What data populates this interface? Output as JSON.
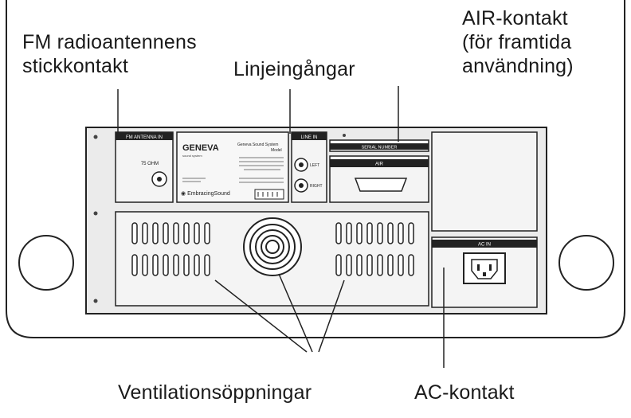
{
  "callouts": {
    "fm_antenna": [
      "FM radioantennens",
      "stickkontakt"
    ],
    "line_in": "Linjeingångar",
    "air": [
      "AIR-kontakt",
      "(för framtida",
      "användning)"
    ],
    "vents": "Ventilationsöppningar",
    "ac": "AC-kontakt"
  },
  "panel": {
    "fm_header": "FM ANTENNA IN",
    "fm_ohm": "75 OHM",
    "brand": "GENEVA",
    "brand_sub": "sound system",
    "model_line": "Geneva Sound System",
    "model_sub": "Model",
    "line_in_header": "LINE IN",
    "left": "LEFT",
    "right": "RIGHT",
    "serial_header": "SERIAL NUMBER",
    "air_header": "AIR",
    "ac_header": "AC IN",
    "embracing": "EmbracingSound"
  }
}
